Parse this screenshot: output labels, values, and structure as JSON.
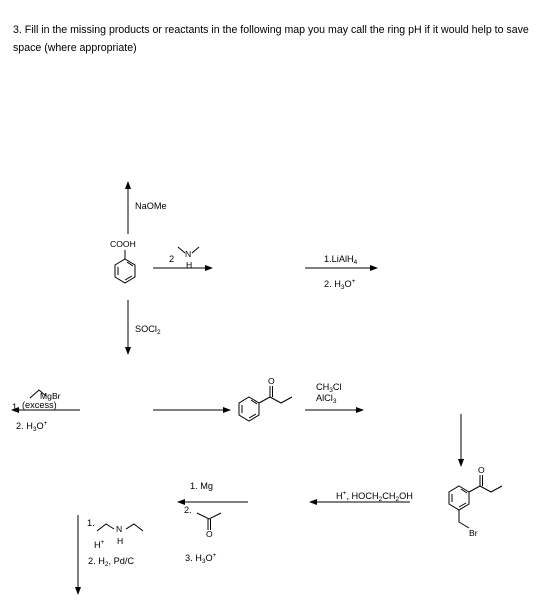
{
  "question": {
    "text": "3. Fill in the missing products or reactants in the following map you may call the ring pH if it would help to save space (where appropriate)"
  },
  "reagents": {
    "naome": "NaOMe",
    "socl2": "SOCl",
    "socl2_sub": "2",
    "amine_coeff": "2",
    "liaih4": "1.LiAlH",
    "liaih4_sub": "4",
    "h3o_step2": "2. H",
    "h3o_step2_sub": "3",
    "h3o_step2_tail": "O",
    "h3o_step2_sup": "+",
    "ch3cl": "CH",
    "ch3cl_sub": "3",
    "ch3cl_tail": "Cl",
    "alcl3": "AlCl",
    "alcl3_sub": "3",
    "grignard_num": "1.",
    "grignard_excess": "(excess)",
    "grignard_h3o": "2. H",
    "grignard_h3o_sub": "3",
    "grignard_h3o_tail": "O",
    "grignard_h3o_sup": "+",
    "glycol_h": "H",
    "glycol_sup": "+",
    "glycol_rest": ", HOCH",
    "glycol_sub1": "2",
    "glycol_ch": "CH",
    "glycol_sub2": "2",
    "glycol_oh": "OH",
    "mg_step1": "1. Mg",
    "mg_step2": "2.",
    "mg_step3": "3. H",
    "mg_step3_sub": "3",
    "mg_step3_tail": "O",
    "mg_step3_sup": "+",
    "amine_step1": "1.",
    "amine_step2": "2. H",
    "amine_step2_sub": "2",
    "amine_step2_tail": ", Pd/C",
    "amine_hplus_h": "H",
    "amine_hplus_sup": "+"
  },
  "atoms": {
    "cooh": "COOH",
    "n": "N",
    "h": "H",
    "o": "O",
    "mgbr": "MgBr",
    "br": "Br"
  }
}
